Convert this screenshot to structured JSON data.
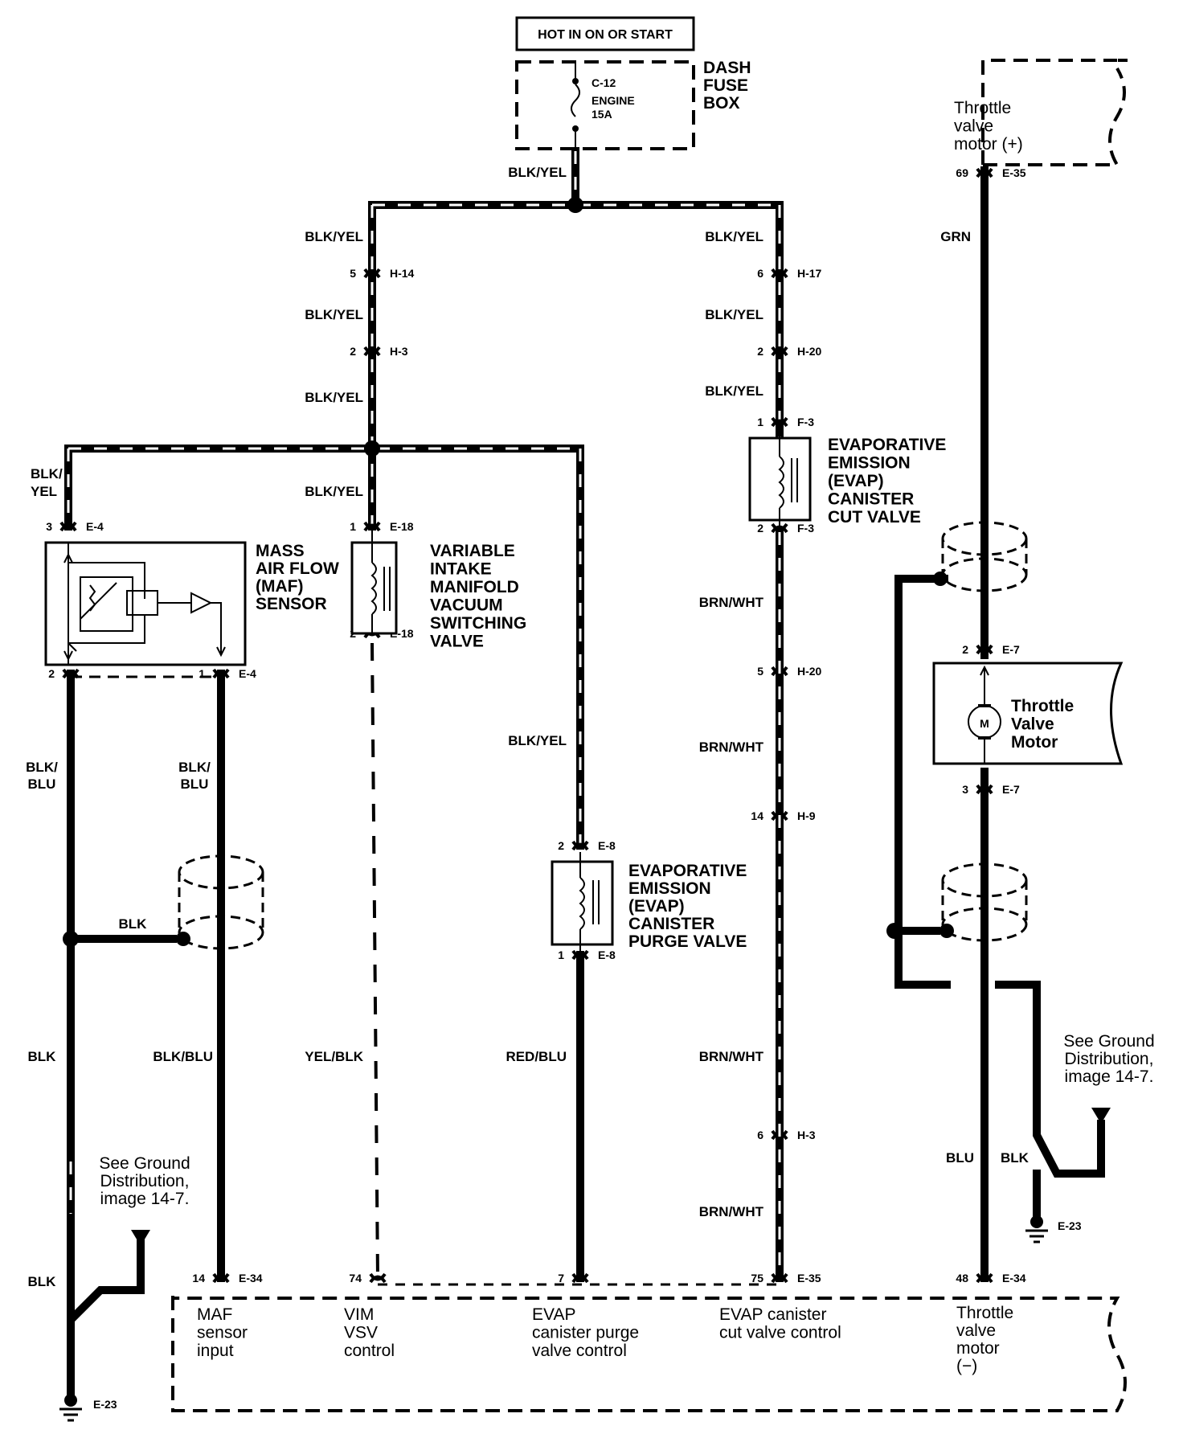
{
  "header": {
    "power_label": "HOT IN ON OR START"
  },
  "fuse_box": {
    "name": "DASH\nFUSE\nBOX",
    "fuse_id": "C-12",
    "fuse_name": "ENGINE",
    "fuse_rating": "15A"
  },
  "wires": {
    "main_feed": "BLK/YEL",
    "left_branch_1": "BLK/YEL",
    "left_branch_2": "BLK/YEL",
    "left_branch_3": "BLK/YEL",
    "right_branch_1": "BLK/YEL",
    "right_branch_2": "BLK/YEL",
    "right_branch_3": "BLK/YEL",
    "maf_feed": "BLK/\nYEL",
    "vim_feed": "BLK/YEL",
    "purge_feed": "BLK/YEL",
    "maf_out_left": "BLK/\nBLU",
    "maf_out_right": "BLK/\nBLU",
    "shield_link": "BLK",
    "blk_lower": "BLK",
    "blk_bottom": "BLK",
    "blk_blu": "BLK/BLU",
    "yel_blk": "YEL/BLK",
    "red_blu": "RED/BLU",
    "brn_wht_1": "BRN/WHT",
    "brn_wht_2": "BRN/WHT",
    "brn_wht_3": "BRN/WHT",
    "brn_wht_4": "BRN/WHT",
    "grn": "GRN",
    "blu": "BLU",
    "blk_right": "BLK"
  },
  "connectors": {
    "h14": {
      "pin": "5",
      "id": "H-14"
    },
    "h3_top": {
      "pin": "2",
      "id": "H-3"
    },
    "h17": {
      "pin": "6",
      "id": "H-17"
    },
    "h20_top": {
      "pin": "2",
      "id": "H-20"
    },
    "f3_in": {
      "pin": "1",
      "id": "F-3"
    },
    "f3_out": {
      "pin": "2",
      "id": "F-3"
    },
    "h20_low": {
      "pin": "5",
      "id": "H-20"
    },
    "h9": {
      "pin": "14",
      "id": "H-9"
    },
    "h3_low": {
      "pin": "6",
      "id": "H-3"
    },
    "e35_top": {
      "pin": "69",
      "id": "E-35"
    },
    "e4_in": {
      "pin": "3",
      "id": "E-4"
    },
    "e4_out2": {
      "pin": "2",
      "id": ""
    },
    "e4_out1": {
      "pin": "1",
      "id": "E-4"
    },
    "e18_in": {
      "pin": "1",
      "id": "E-18"
    },
    "e18_out": {
      "pin": "2",
      "id": "E-18"
    },
    "e8_in": {
      "pin": "2",
      "id": "E-8"
    },
    "e8_out": {
      "pin": "1",
      "id": "E-8"
    },
    "e7_in": {
      "pin": "2",
      "id": "E-7"
    },
    "e7_out": {
      "pin": "3",
      "id": "E-7"
    },
    "e34_a": {
      "pin": "14",
      "id": "E-34"
    },
    "pcm_74": {
      "pin": "74",
      "id": ""
    },
    "pcm_7": {
      "pin": "7",
      "id": ""
    },
    "e35_bot": {
      "pin": "75",
      "id": "E-35"
    },
    "e34_b": {
      "pin": "48",
      "id": "E-34"
    }
  },
  "components": {
    "maf": "MASS\nAIR FLOW\n(MAF)\nSENSOR",
    "vim": "VARIABLE\nINTAKE\nMANIFOLD\nVACUUM\nSWITCHING\nVALVE",
    "purge": "EVAPORATIVE\nEMISSION\n(EVAP)\nCANISTER\nPURGE VALVE",
    "cut": "EVAPORATIVE\nEMISSION\n(EVAP)\nCANISTER\nCUT VALVE",
    "throttle_motor": "Throttle\nValve\nMotor",
    "motor_symbol": "M",
    "throttle_plus": "Throttle\nvalve\nmotor (+)"
  },
  "pcm": {
    "maf_input": "MAF\nsensor\ninput",
    "vim_control": "VIM\nVSV\ncontrol",
    "purge_control": "EVAP\ncanister purge\nvalve control",
    "cut_control": "EVAP canister\ncut valve control",
    "throttle_minus": "Throttle\nvalve\nmotor\n(−)"
  },
  "grounds": {
    "left_note": "See Ground\nDistribution,\nimage 14-7.",
    "left_id": "E-23",
    "right_note": "See Ground\nDistribution,\nimage 14-7.",
    "right_id": "E-23"
  }
}
